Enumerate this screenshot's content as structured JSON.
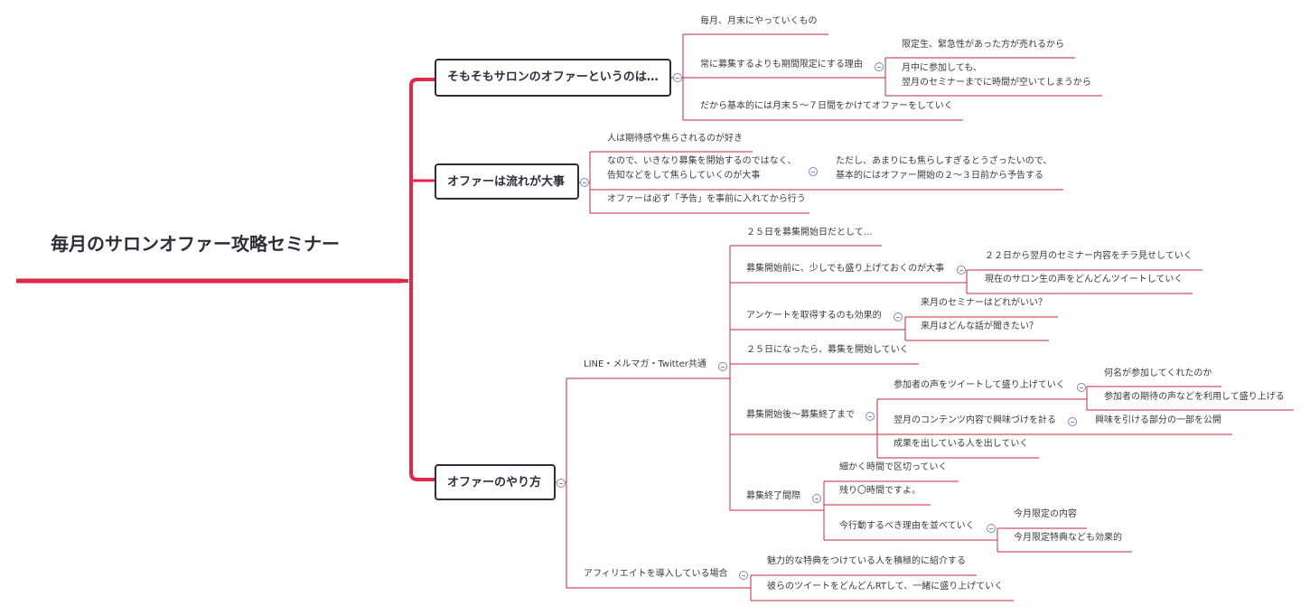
{
  "central": {
    "title": "毎月のサロンオファー攻略セミナー"
  },
  "topics": [
    {
      "title": "そもそもサロンのオファーというのは…",
      "items": [
        {
          "text": "毎月、月末にやっていくもの"
        },
        {
          "text": "常に募集するよりも期間限定にする理由",
          "children": [
            {
              "text": "限定生、緊急性があった方が売れるから"
            },
            {
              "lines": [
                "月中に参加しても、",
                "翌月のセミナーまでに時間が空いてしまうから"
              ]
            }
          ]
        },
        {
          "text": "だから基本的には月末５〜７日間をかけてオファーをしていく"
        }
      ]
    },
    {
      "title": "オファーは流れが大事",
      "items": [
        {
          "text": "人は期待感や焦らされるのが好き"
        },
        {
          "lines": [
            "なので、いきなり募集を開始するのではなく、",
            "告知などをして焦らしていくのが大事"
          ],
          "children": [
            {
              "lines": [
                "ただし、あまりにも焦らしすぎるとうざったいので、",
                "基本的にはオファー開始の２〜３日前から予告する"
              ]
            }
          ]
        },
        {
          "text": "オファーは必ず「予告」を事前に入れてから行う"
        }
      ]
    },
    {
      "title": "オファーのやり方",
      "groups": [
        {
          "text": "LINE・メルマガ・Twitter共通",
          "items": [
            {
              "text": "２５日を募集開始日だとして…"
            },
            {
              "text": "募集開始前に、少しでも盛り上げておくのが大事",
              "children": [
                {
                  "text": "２２日から翌月のセミナー内容をチラ見せしていく"
                },
                {
                  "text": "現在のサロン生の声をどんどんツイートしていく"
                }
              ]
            },
            {
              "text": "アンケートを取得するのも効果的",
              "children": [
                {
                  "text": "来月のセミナーはどれがいい？"
                },
                {
                  "text": "来月はどんな話が聞きたい？"
                }
              ]
            },
            {
              "text": "２５日になったら、募集を開始していく"
            },
            {
              "text": "募集開始後〜募集終了まで",
              "children": [
                {
                  "text": "参加者の声をツイートして盛り上げていく",
                  "children": [
                    {
                      "text": "何名が参加してくれたのか"
                    },
                    {
                      "text": "参加者の期待の声などを利用して盛り上げる"
                    }
                  ]
                },
                {
                  "text": "翌月のコンテンツ内容で興味づけを計る",
                  "children": [
                    {
                      "text": "興味を引ける部分の一部を公開"
                    }
                  ]
                },
                {
                  "text": "成果を出している人を出していく"
                }
              ]
            },
            {
              "text": "募集終了間際",
              "children": [
                {
                  "text": "細かく時間で区切っていく"
                },
                {
                  "text": "残り〇時間ですよ。"
                },
                {
                  "text": "今行動するべき理由を並べていく",
                  "children": [
                    {
                      "text": "今月限定の内容"
                    },
                    {
                      "text": "今月限定特典なども効果的"
                    }
                  ]
                }
              ]
            }
          ]
        },
        {
          "text": "アフィリエイトを導入している場合",
          "items": [
            {
              "text": "魅力的な特典をつけている人を積極的に紹介する"
            },
            {
              "text": "彼らのツイートをどんどんRTして、一緒に盛り上げていく"
            }
          ]
        }
      ]
    }
  ],
  "colors": {
    "branch": "#e0294a",
    "node_border": "#2c2f3a",
    "text": "#3a3a3a",
    "collapse": "#7a8bb5"
  }
}
